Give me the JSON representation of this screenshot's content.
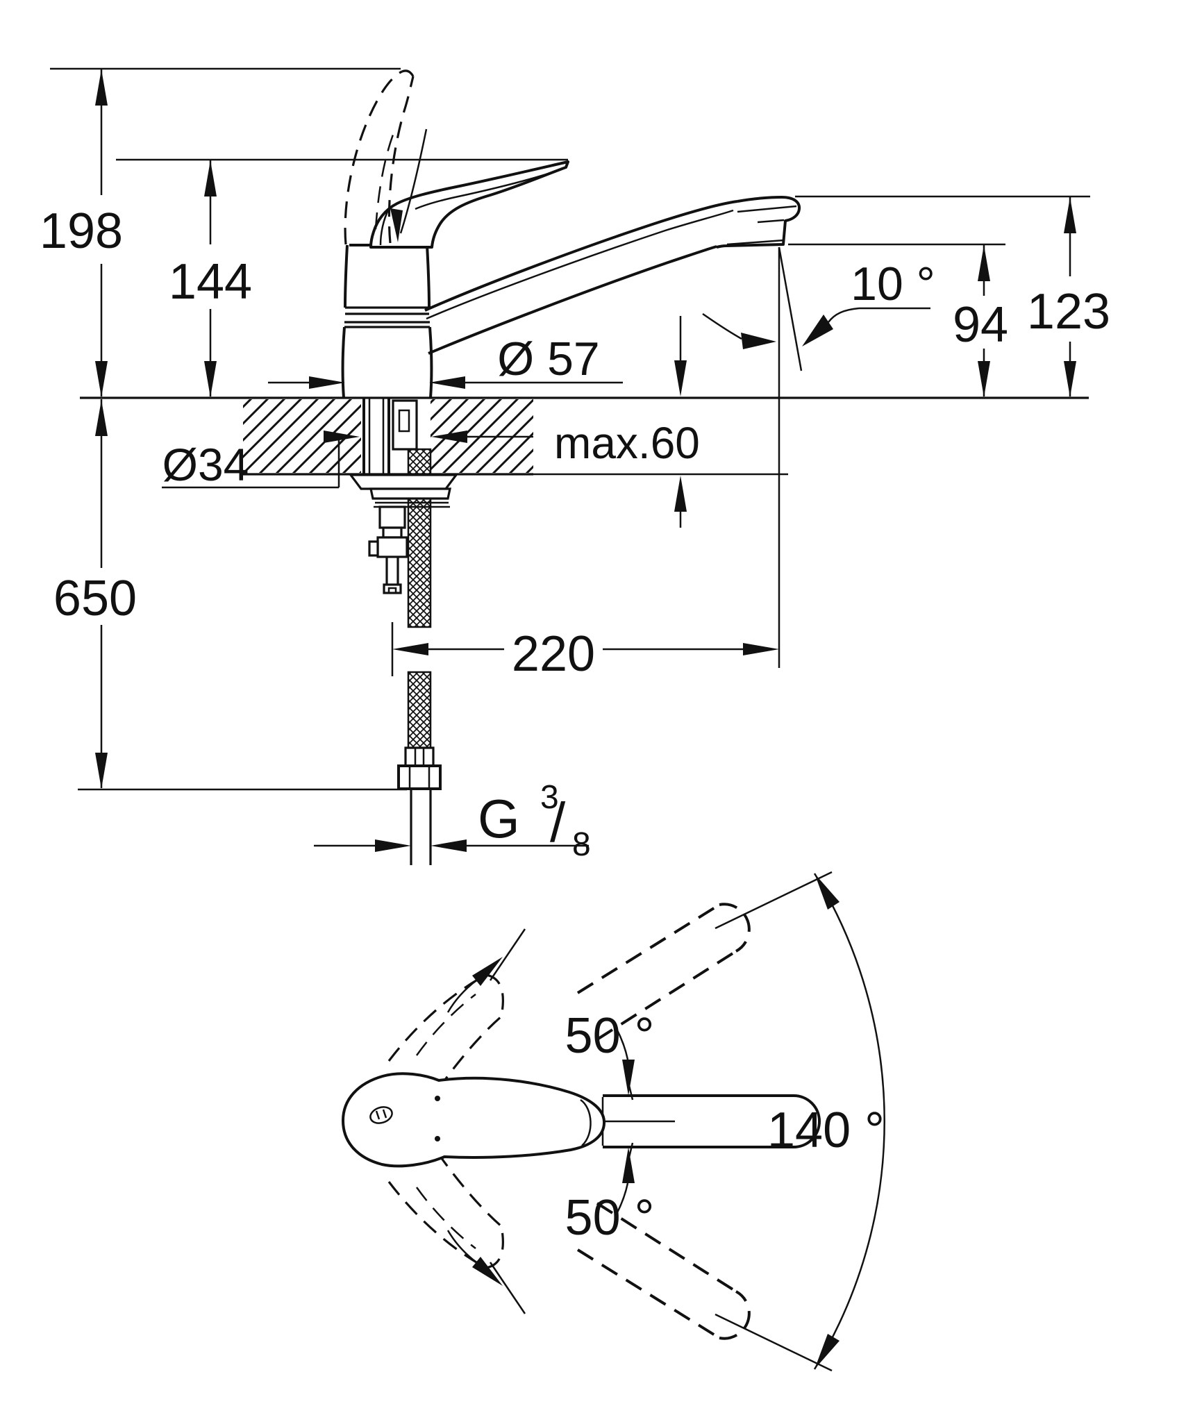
{
  "figure": {
    "type": "technical-dimension-drawing",
    "subject": "single-lever sink mixer faucet, side view and handle top view",
    "units": "mm"
  },
  "colors": {
    "ink": "#111111",
    "background": "#ffffff"
  },
  "labels": {
    "total_height": "198",
    "handle_height": "144",
    "spout_top_height": "123",
    "outlet_height": "94",
    "outlet_angle": "10 °",
    "body_diameter": "Ø 57",
    "hole_diameter": "Ø34",
    "counter_thickness": "max.60",
    "below_counter_length": "650",
    "spout_reach": "220",
    "thread_g": "G",
    "thread_numerator": "3",
    "thread_slash": "/",
    "thread_denominator": "8",
    "handle_swing_upper": "50 °",
    "handle_swing_lower": "50 °",
    "swivel_range": "140 °"
  }
}
